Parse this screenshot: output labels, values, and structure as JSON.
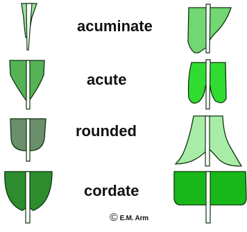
{
  "labels": {
    "acuminate": "acuminate",
    "acute": "acute",
    "rounded": "rounded",
    "cordate": "cordate"
  },
  "copyright": {
    "symbol": "©",
    "text": "E.M. Arm"
  },
  "colors": {
    "acuminate_leaf": "#9fe39f",
    "acute_leaf": "#55b255",
    "rounded_leaf": "#6b8f6b",
    "cordate_leaf": "#2d8c2d",
    "right_top_leaf": "#72d672",
    "right_second_leaf": "#31dc31",
    "right_third_leaf": "#a8eca8",
    "right_bottom_leaf": "#18b818",
    "outline": "#0d330d",
    "midrib": "#ffffff"
  }
}
